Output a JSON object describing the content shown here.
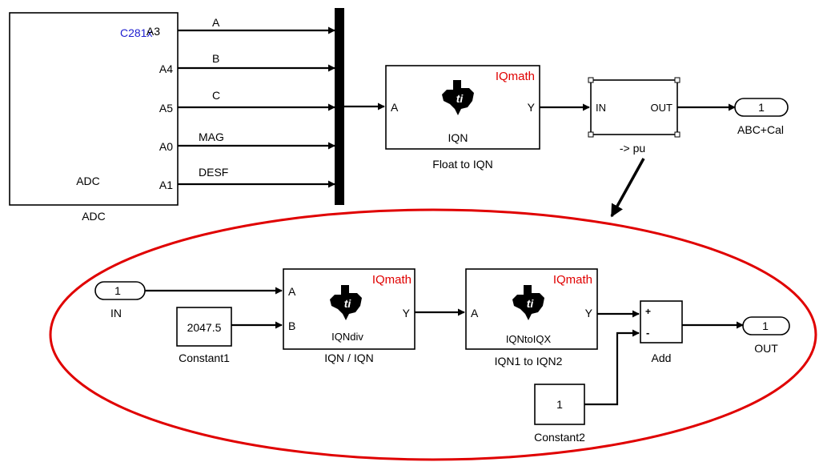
{
  "top": {
    "adc": {
      "label": "ADC",
      "inner_label": "ADC",
      "target_tag": "C281x",
      "ports": [
        "A3",
        "A4",
        "A5",
        "A0",
        "A1"
      ]
    },
    "signals": [
      "A",
      "B",
      "C",
      "MAG",
      "DESF"
    ],
    "float_to_iqn": {
      "label": "Float to IQN",
      "lib_tag": "IQmath",
      "inner_label": "IQN",
      "in_port": "A",
      "out_port": "Y"
    },
    "pu_subsystem": {
      "label": "-> pu",
      "in_port": "IN",
      "out_port": "OUT"
    },
    "outport": {
      "number": "1",
      "label": "ABC+Cal"
    }
  },
  "sub": {
    "inport": {
      "number": "1",
      "label": "IN"
    },
    "constant1": {
      "value": "2047.5",
      "label": "Constant1"
    },
    "iqn_div": {
      "label": "IQN / IQN",
      "lib_tag": "IQmath",
      "inner_label": "IQNdiv",
      "in_a": "A",
      "in_b": "B",
      "out_port": "Y"
    },
    "iqn_to_iqx": {
      "label": "IQN1 to IQN2",
      "lib_tag": "IQmath",
      "inner_label": "IQNtoIQX",
      "in_port": "A",
      "out_port": "Y"
    },
    "add": {
      "label": "Add",
      "plus_sign": "+",
      "minus_sign": "-"
    },
    "constant2": {
      "value": "1",
      "label": "Constant2"
    },
    "outport": {
      "number": "1",
      "label": "OUT"
    }
  },
  "colors": {
    "highlight_ellipse": "#e00000",
    "iqmath_tag": "#e00000",
    "target_tag": "#2020d0",
    "logo": "#000000"
  },
  "icons": {
    "ti_logo": "texas-instruments-logo-icon"
  }
}
